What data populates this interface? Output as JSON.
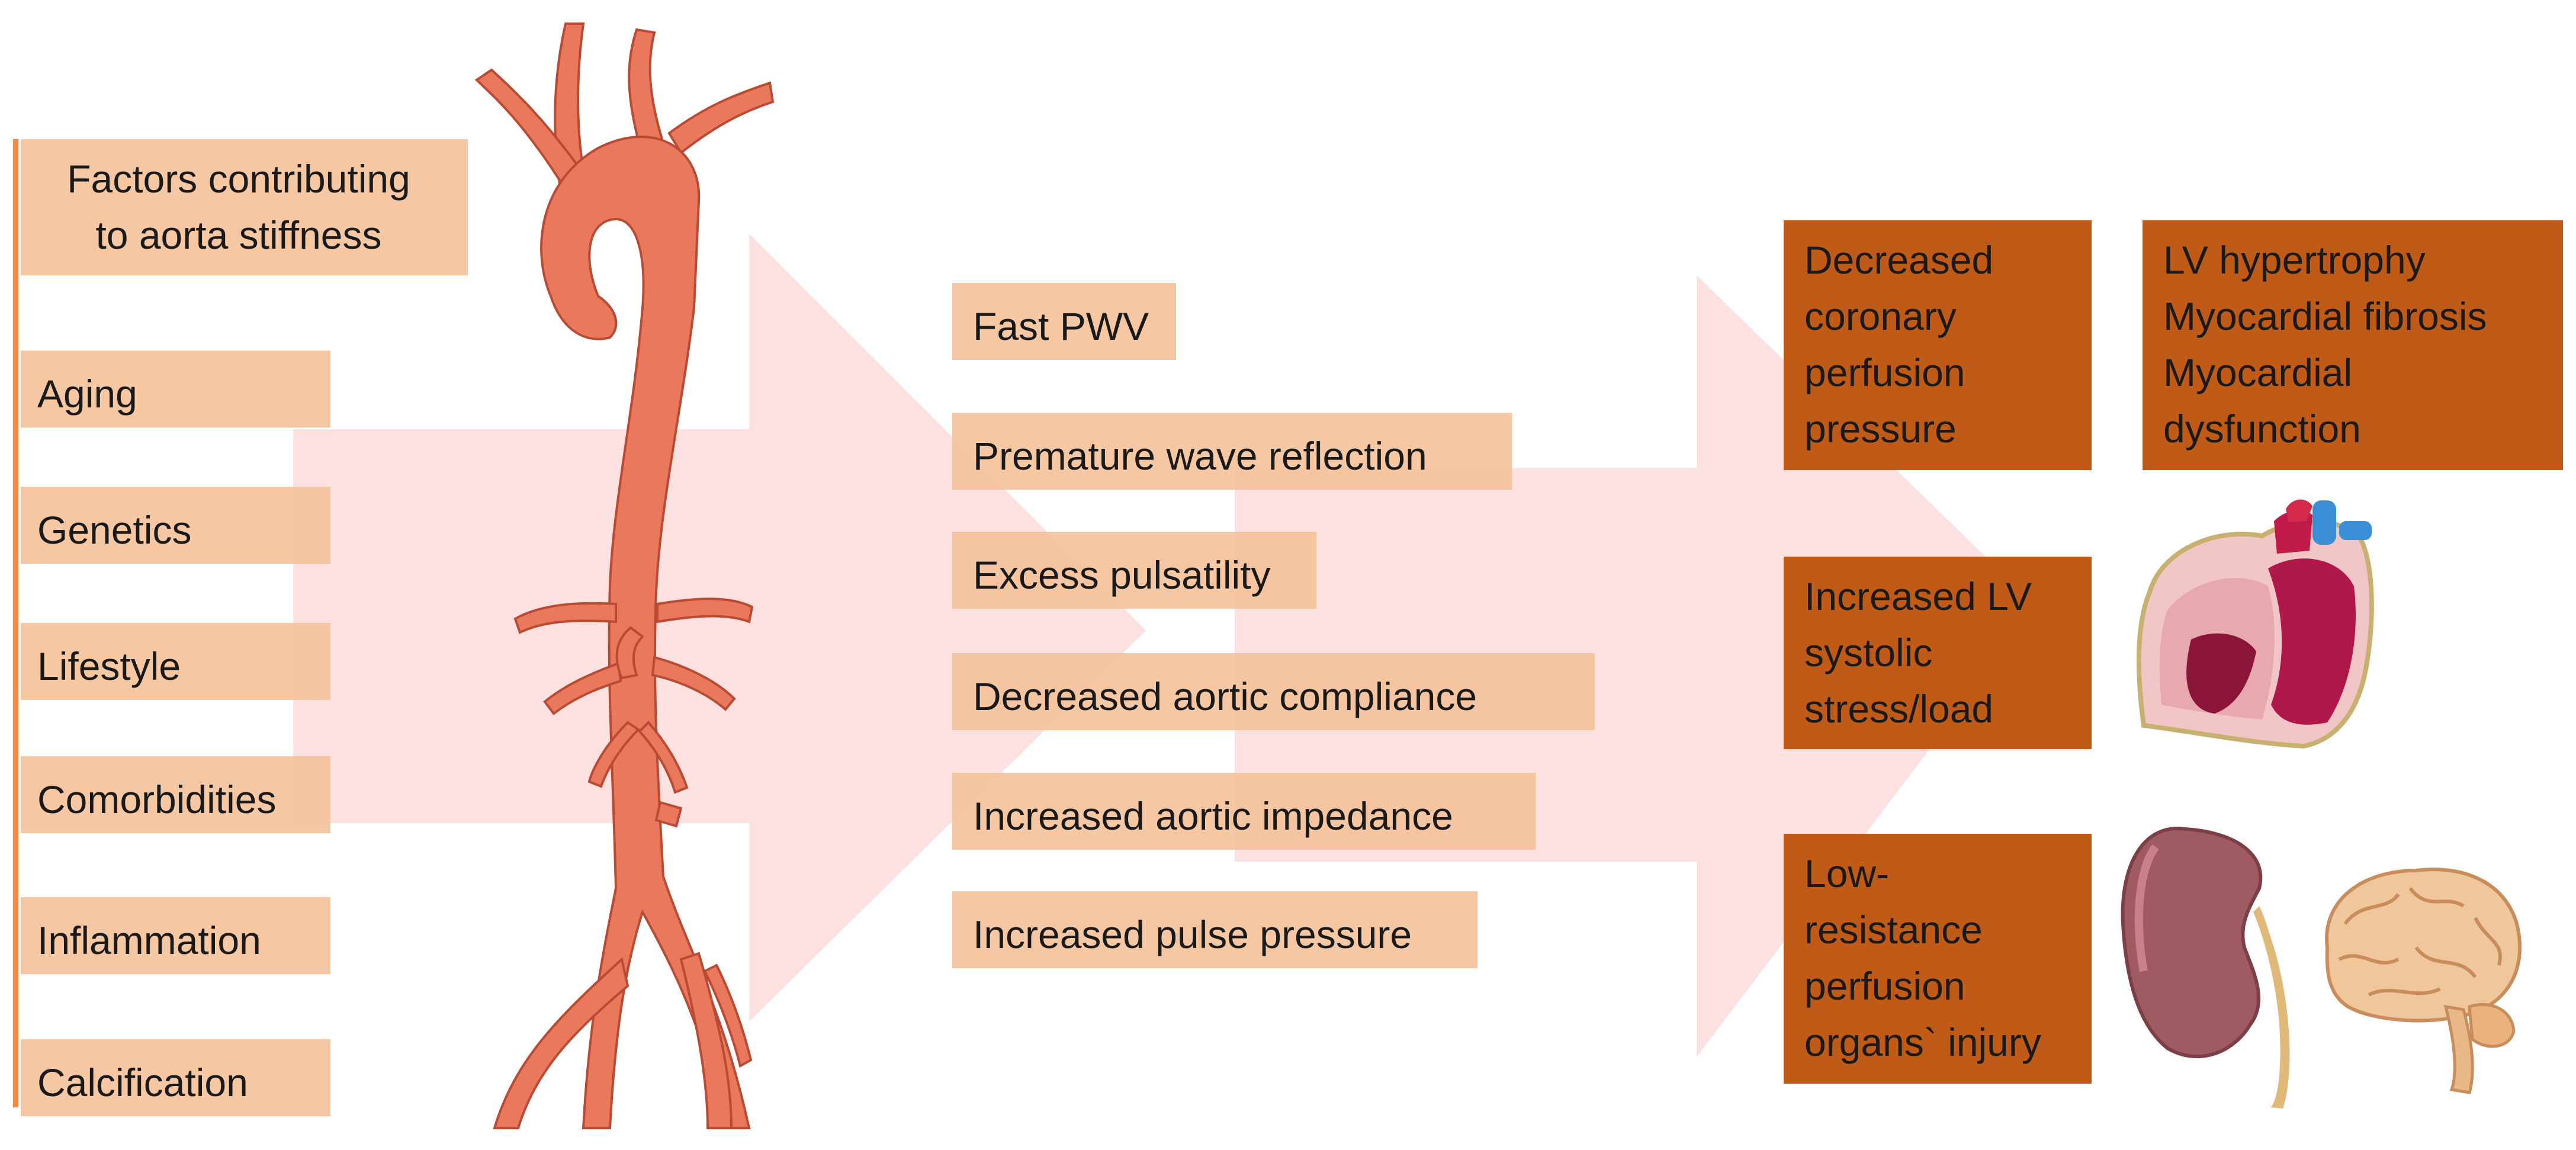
{
  "colors": {
    "arrow": "#fde0e0",
    "light_box": "#f4bf96",
    "dark_box": "#bf5a17",
    "accent_bar": "#ed8b43",
    "aorta": "#e9785c"
  },
  "factors": {
    "title": "Factors contributing\nto aorta stiffness",
    "items": [
      "Aging",
      "Genetics",
      "Lifestyle",
      "Comorbidities",
      "Inflammation",
      "Calcification"
    ]
  },
  "effects": [
    "Fast PWV",
    "Premature wave reflection",
    "Excess pulsatility",
    "Decreased aortic compliance",
    "Increased aortic impedance",
    "Increased pulse pressure"
  ],
  "outcomes": {
    "coronary": "Decreased\ncoronary\nperfusion\npressure",
    "lv_changes": "LV hypertrophy\nMyocardial fibrosis\nMyocardial\ndysfunction",
    "lv_stress": "Increased LV\nsystolic\nstress/load",
    "organ_injury": "Low-\nresistance\nperfusion\norgans` injury"
  }
}
